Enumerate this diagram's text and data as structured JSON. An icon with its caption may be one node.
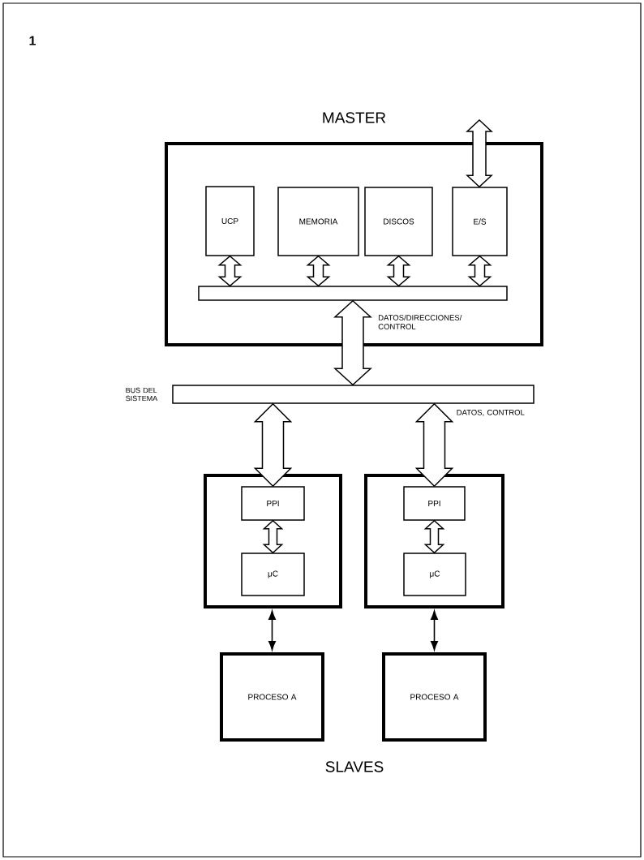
{
  "diagram": {
    "nodes": [
      {
        "text": [
          "MASTER"
        ]
      },
      {
        "text": [
          "UCP"
        ],
        "in": 0
      },
      {
        "text": [
          "MEMORIA"
        ],
        "in": 0
      },
      {
        "text": [
          "DISCOS"
        ],
        "in": 0
      },
      {
        "text": [
          "E/S"
        ],
        "in": 0
      },
      {
        "text": [],
        "shape": "bar",
        "in": 0
      },
      {
        "text": [],
        "shape": "bar",
        "beside": [
          "BUS DEL SISTEMA"
        ]
      },
      {
        "text": [],
        "shape": "box"
      },
      {
        "text": [
          "PPI"
        ],
        "in": 7
      },
      {
        "text": [
          "μC"
        ],
        "in": 7
      },
      {
        "text": [],
        "shape": "box"
      },
      {
        "text": [
          "PPI"
        ],
        "in": 10
      },
      {
        "text": [
          "μC"
        ],
        "in": 10
      },
      {
        "text": [
          "PROCESO A"
        ]
      },
      {
        "text": [
          "PROCESO A"
        ]
      }
    ],
    "edges": [
      {
        "from": null,
        "to": 4,
        "arrow": "both",
        "style": "thick"
      },
      {
        "from": 1,
        "to": 5,
        "arrow": "both",
        "style": "thick"
      },
      {
        "from": 2,
        "to": 5,
        "arrow": "both",
        "style": "thick"
      },
      {
        "from": 3,
        "to": 5,
        "arrow": "both",
        "style": "thick"
      },
      {
        "from": 4,
        "to": 5,
        "arrow": "both",
        "style": "thick"
      },
      {
        "from": 5,
        "to": 6,
        "arrow": "both",
        "style": "thick",
        "label": "DATOS/DIRECCIONES/ CONTROL"
      },
      {
        "from": 6,
        "to": 8,
        "arrow": "both",
        "style": "thick"
      },
      {
        "from": 6,
        "to": 11,
        "arrow": "both",
        "style": "thick",
        "label": "DATOS, CONTROL"
      },
      {
        "from": 8,
        "to": 9,
        "arrow": "both",
        "style": "thick"
      },
      {
        "from": 11,
        "to": 12,
        "arrow": "both",
        "style": "thick"
      },
      {
        "from": 7,
        "to": 13,
        "arrow": "both"
      },
      {
        "from": 10,
        "to": 14,
        "arrow": "both"
      }
    ],
    "labels": [
      "1",
      "SLAVES"
    ]
  }
}
